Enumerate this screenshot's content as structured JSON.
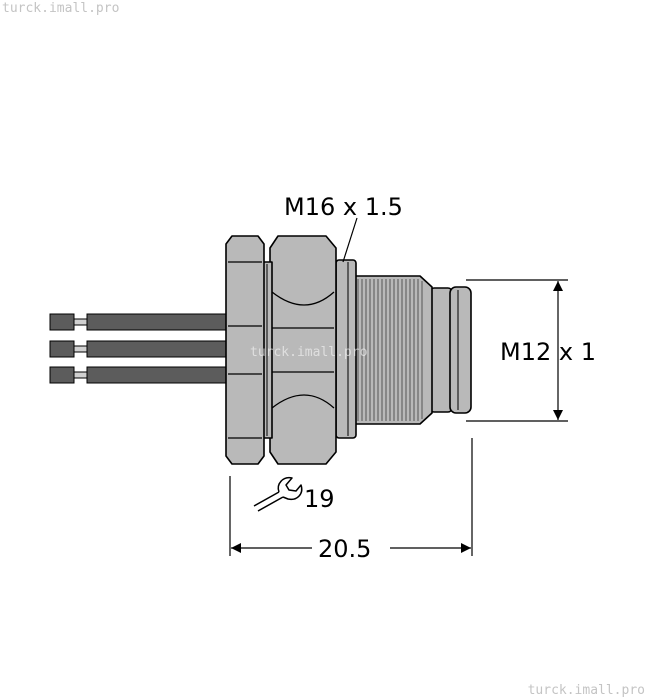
{
  "watermarks": {
    "top": "turck.imall.pro",
    "center": "turck.imall.pro",
    "bottom": "turck.imall.pro"
  },
  "dimensions": {
    "thread_outer": "M16 x 1.5",
    "thread_connector": "M12 x 1",
    "wrench_size": "19",
    "length": "20.5"
  },
  "colors": {
    "body": "#b9b9b9",
    "wire": "#5c5c5c",
    "outline": "#000000"
  }
}
